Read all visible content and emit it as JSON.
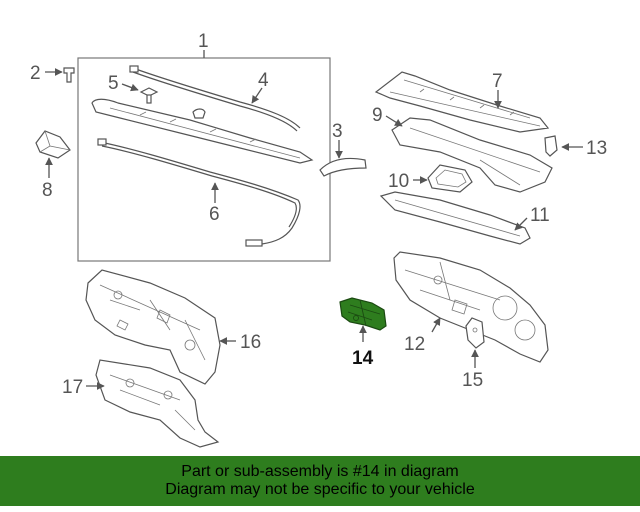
{
  "callouts": {
    "c1": "1",
    "c2": "2",
    "c3": "3",
    "c4": "4",
    "c5": "5",
    "c6": "6",
    "c7": "7",
    "c8": "8",
    "c9": "9",
    "c10": "10",
    "c11": "11",
    "c12": "12",
    "c13": "13",
    "c14": "14",
    "c15": "15",
    "c16": "16",
    "c17": "17"
  },
  "highlight_color": "#2e7d1e",
  "banner": {
    "line1": "Part or sub-assembly is #14 in diagram",
    "line2": "Diagram may not be specific to your vehicle"
  }
}
